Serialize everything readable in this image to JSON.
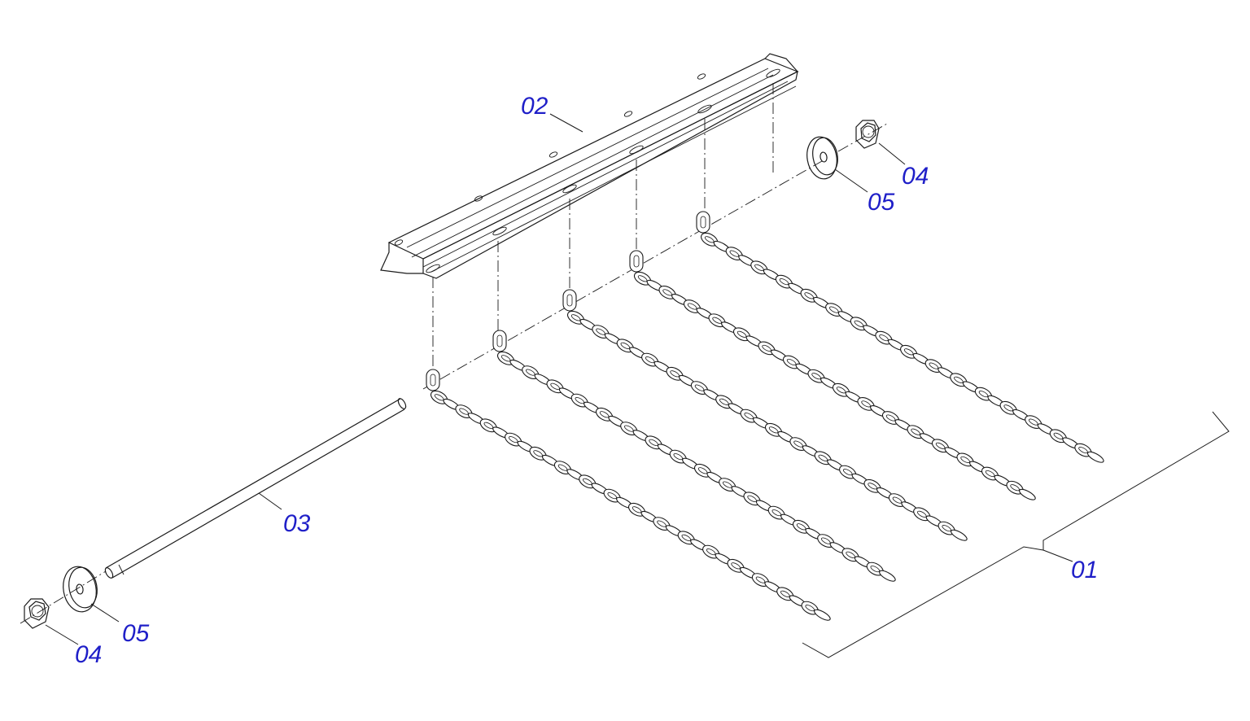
{
  "diagram": {
    "type": "exploded-parts-drawing",
    "colors": {
      "label": "#1f1fc8",
      "line": "#1a1a1a",
      "background": "#ffffff"
    },
    "part_numbers": {
      "chain_assembly": "01",
      "mounting_bracket": "02",
      "rod": "03",
      "nut_right": "04",
      "washer_right": "05",
      "nut_left": "04",
      "washer_left": "05"
    },
    "chain_count": 5,
    "links_per_chain": 32
  }
}
